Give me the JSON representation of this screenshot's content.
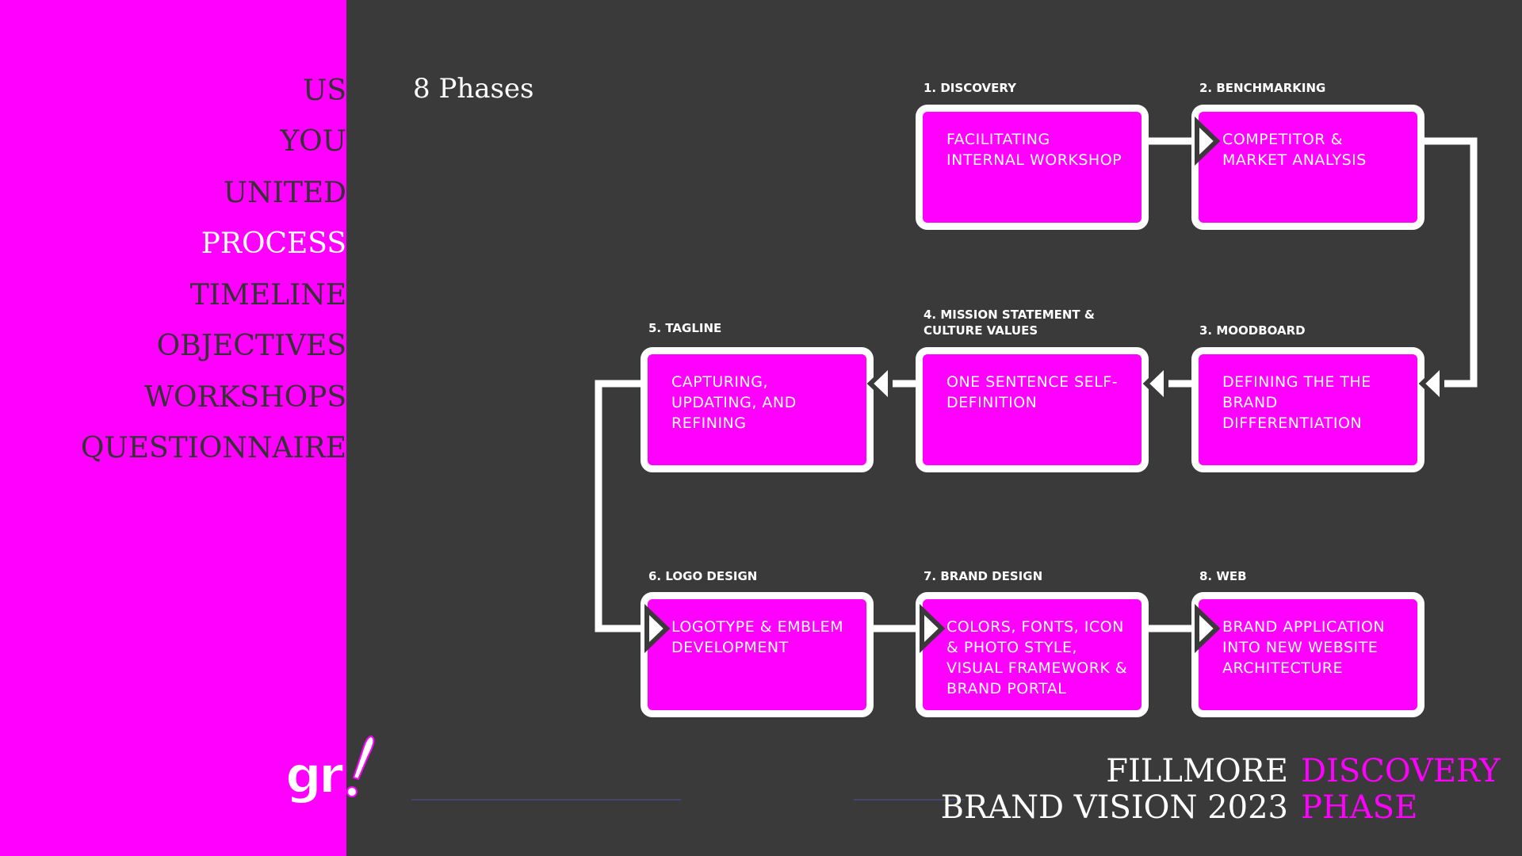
{
  "nav": {
    "items": [
      {
        "label": "US",
        "active": false
      },
      {
        "label": "YOU",
        "active": false
      },
      {
        "label": "UNITED",
        "active": false
      },
      {
        "label": "PROCESS",
        "active": true
      },
      {
        "label": "TIMELINE",
        "active": false
      },
      {
        "label": "OBJECTIVES",
        "active": false
      },
      {
        "label": "WORKSHOPS",
        "active": false
      },
      {
        "label": "QUESTIONNAIRE",
        "active": false
      }
    ]
  },
  "logo": {
    "text": "gr",
    "mark": "!"
  },
  "section_title": "8 Phases",
  "phases": [
    {
      "label": "1. DISCOVERY",
      "description": "FACILITATING INTERNAL WORKSHOP"
    },
    {
      "label": "2. BENCHMARKING",
      "description": "COMPETITOR & MARKET ANALYSIS"
    },
    {
      "label": "3. MOODBOARD",
      "description": "DEFINING THE THE BRAND DIFFERENTIATION"
    },
    {
      "label": "4. MISSION STATEMENT & CULTURE VALUES",
      "description": "ONE SENTENCE SELF-DEFINITION"
    },
    {
      "label": "5. TAGLINE",
      "description": "CAPTURING, UPDATING, AND REFINING"
    },
    {
      "label": "6. LOGO DESIGN",
      "description": "LOGOTYPE & EMBLEM DEVELOPMENT"
    },
    {
      "label": "7. BRAND DESIGN",
      "description": "COLORS, FONTS, ICON & PHOTO STYLE, VISUAL FRAMEWORK & BRAND PORTAL"
    },
    {
      "label": "8. WEB",
      "description": "BRAND APPLICATION INTO NEW WEBSITE ARCHITECTURE"
    }
  ],
  "footer": {
    "title_line1": "FILLMORE",
    "title_line2": "BRAND VISION 2023",
    "subtitle_line1": "DISCOVERY",
    "subtitle_line2": "PHASE"
  },
  "colors": {
    "accent": "#ff00ff",
    "background": "#3a3a3a",
    "sidebar_text": "#333333",
    "active_text": "#ffffff"
  }
}
